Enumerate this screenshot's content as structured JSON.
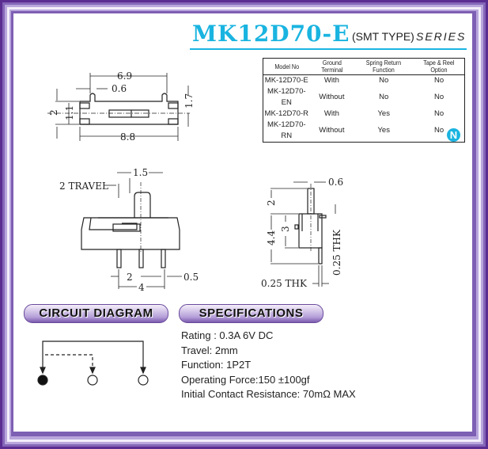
{
  "header": {
    "title": "MK12D70-E",
    "subtitle": "(SMT TYPE)",
    "series": "SERIES"
  },
  "model_table": {
    "columns": [
      "Model No",
      "Ground Terminal",
      "Spring Return Function",
      "Tape & Reel Option"
    ],
    "rows": [
      [
        "MK-12D70-E",
        "With",
        "No",
        "No"
      ],
      [
        "MK-12D70-EN",
        "Without",
        "No",
        "No"
      ],
      [
        "MK-12D70-R",
        "With",
        "Yes",
        "No"
      ],
      [
        "MK-12D70-RN",
        "Without",
        "Yes",
        "No"
      ]
    ]
  },
  "badge": {
    "letter": "N"
  },
  "drawings": {
    "top_view": {
      "d1": "6.9",
      "d2": "0.6",
      "d3": "8.8",
      "d4": "2",
      "d5": "1.1",
      "d6": "1.7"
    },
    "front_view": {
      "d1": "1.5",
      "d2": "2 TRAVEL",
      "d3": "2",
      "d4": "0.5",
      "d5": "4"
    },
    "side_view": {
      "d1": "0.6",
      "d2": "2",
      "d3": "4.4",
      "d4": "3",
      "d5": "0.25 THK",
      "d6": "0.25 THK"
    }
  },
  "sections": {
    "circuit": "CIRCUIT DIAGRAM",
    "specs": "SPECIFICATIONS"
  },
  "specs": [
    "Rating : 0.3A 6V DC",
    "Travel: 2mm",
    "Function: 1P2T",
    "Operating Force:150 ±100gf",
    "Initial Contact Resistance: 70mΩ MAX"
  ],
  "colors": {
    "accent": "#1ab4e0",
    "frame": "#6a4a9c"
  }
}
